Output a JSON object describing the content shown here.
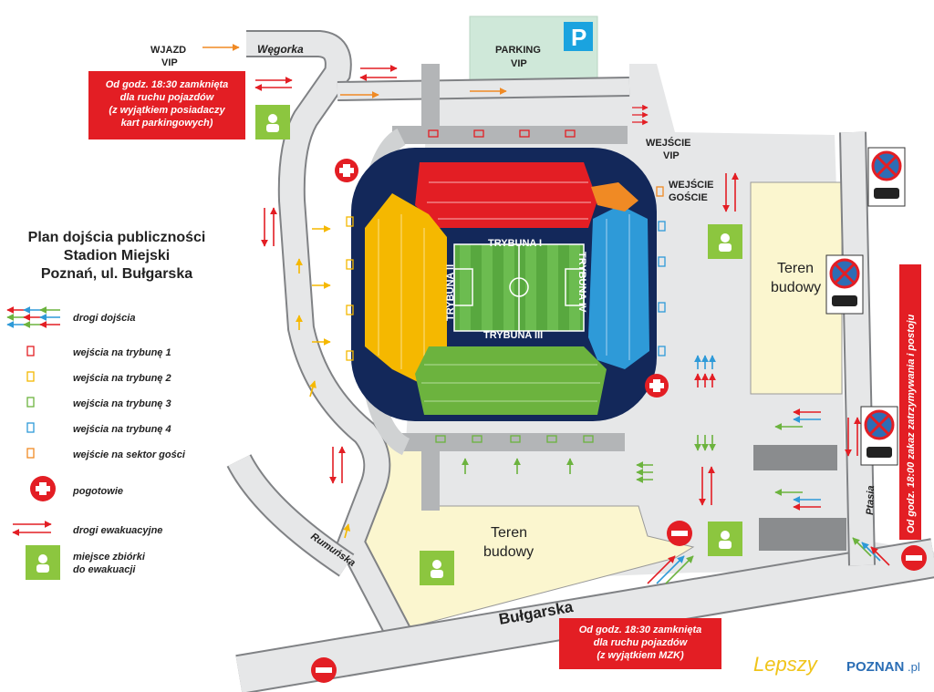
{
  "title": [
    "Plan dojścia publiczności",
    "Stadion Miejski",
    "Poznań, ul. Bułgarska"
  ],
  "labels": {
    "wjazd_vip": [
      "WJAZD",
      "VIP"
    ],
    "parking_vip": [
      "PARKING",
      "VIP"
    ],
    "wejscie_vip": [
      "WEJŚCIE",
      "VIP"
    ],
    "wejscie_goscie": [
      "WEJŚCIE",
      "GOŚCIE"
    ],
    "street_wegorka": "Węgorka",
    "street_rumunska": "Rumuńska",
    "street_bulgarska": "Bułgarska",
    "street_ptasia": "Ptasia",
    "teren_budowy": [
      "Teren",
      "budowy"
    ],
    "trybuna_1": "TRYBUNA I",
    "trybuna_2": "TRYBUNA II",
    "trybuna_3": "TRYBUNA III",
    "trybuna_4": "TRYBUNA IV",
    "parking_p": "P"
  },
  "notices": {
    "top_left": [
      "Od godz. 18:30 zamknięta",
      "dla ruchu pojazdów",
      "(z wyjątkiem posiadaczy",
      "kart parkingowych)"
    ],
    "bottom": [
      "Od godz. 18:30 zamknięta",
      "dla ruchu pojazdów",
      "(z wyjątkiem MZK)"
    ],
    "right_vertical": "Od godz. 18:00 zakaz zatrzymywania i postoju"
  },
  "legend": [
    {
      "label": "drogi dojścia"
    },
    {
      "label": "wejścia na trybunę 1"
    },
    {
      "label": "wejścia na trybunę 2"
    },
    {
      "label": "wejścia na trybunę 3"
    },
    {
      "label": "wejścia na trybunę 4"
    },
    {
      "label": "wejście na sektor gości"
    },
    {
      "label": "pogotowie"
    },
    {
      "label": "drogi ewakuacyjne"
    },
    {
      "label": [
        "miejsce zbiórki",
        "do ewakuacji"
      ]
    }
  ],
  "watermark": {
    "part1": "Lepszy",
    "part2": "POZNAN",
    "part3": ".pl"
  },
  "colors": {
    "tribune_1": "#e31e24",
    "tribune_2": "#f5b800",
    "tribune_3": "#6cb33e",
    "tribune_4": "#2e9ad8",
    "guest": "#f08a24",
    "walkway": "#e6e7e8",
    "construction": "#fbf6cf",
    "stadium_ring": "#13285a",
    "pitch": "#63b44a",
    "notice_red": "#e31e24",
    "parking": "#cfe8d9"
  }
}
